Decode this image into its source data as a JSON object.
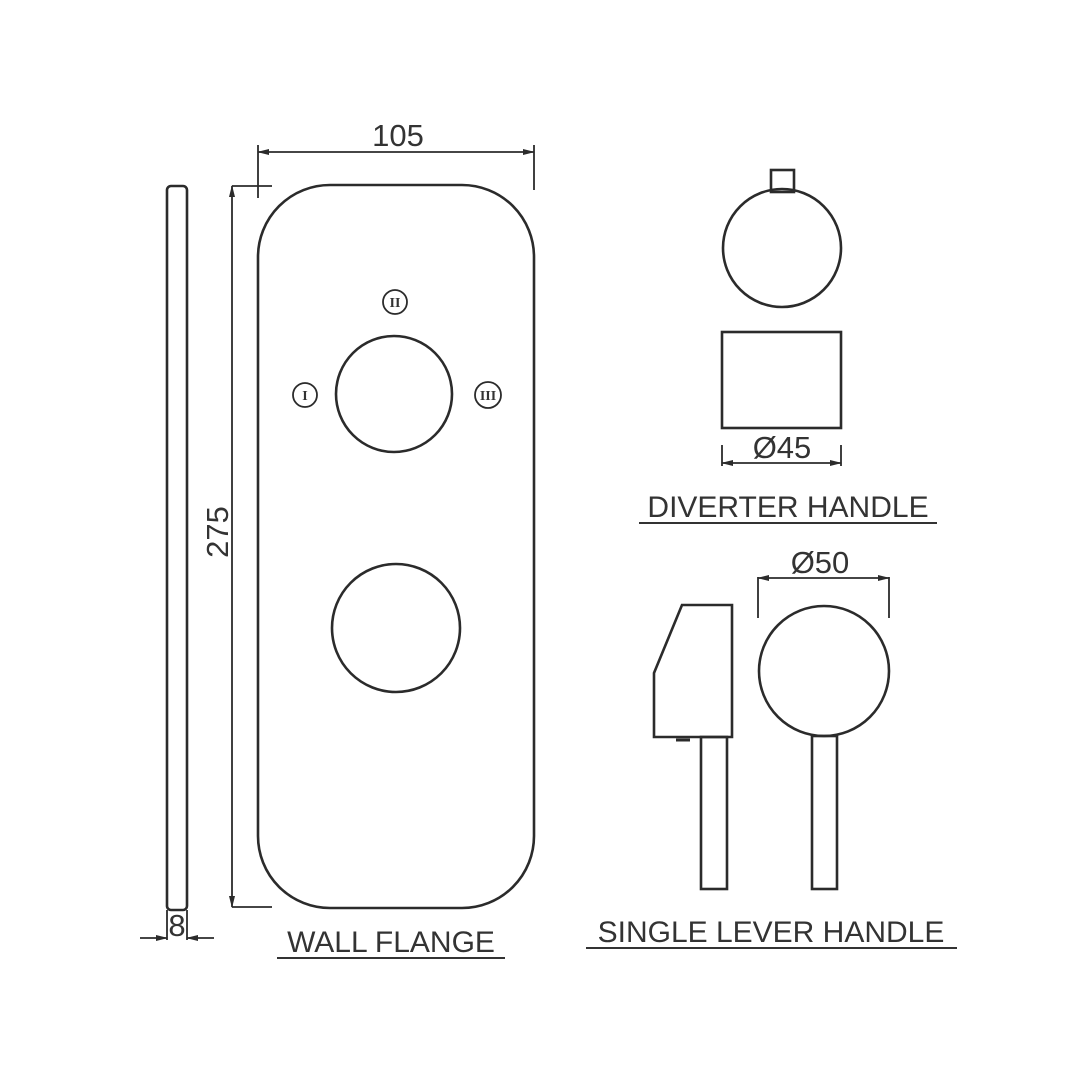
{
  "drawing": {
    "colors": {
      "line": "#2b2b2b",
      "text": "#333333",
      "background": "#ffffff"
    },
    "wall_flange": {
      "label": "WALL FLANGE",
      "width_dim": "105",
      "height_dim": "275",
      "thickness_dim": "8",
      "positions": [
        "I",
        "II",
        "III"
      ]
    },
    "diverter_handle": {
      "label": "DIVERTER HANDLE",
      "diameter_dim": "Ø45"
    },
    "single_lever_handle": {
      "label": "SINGLE LEVER HANDLE",
      "diameter_dim": "Ø50"
    }
  }
}
